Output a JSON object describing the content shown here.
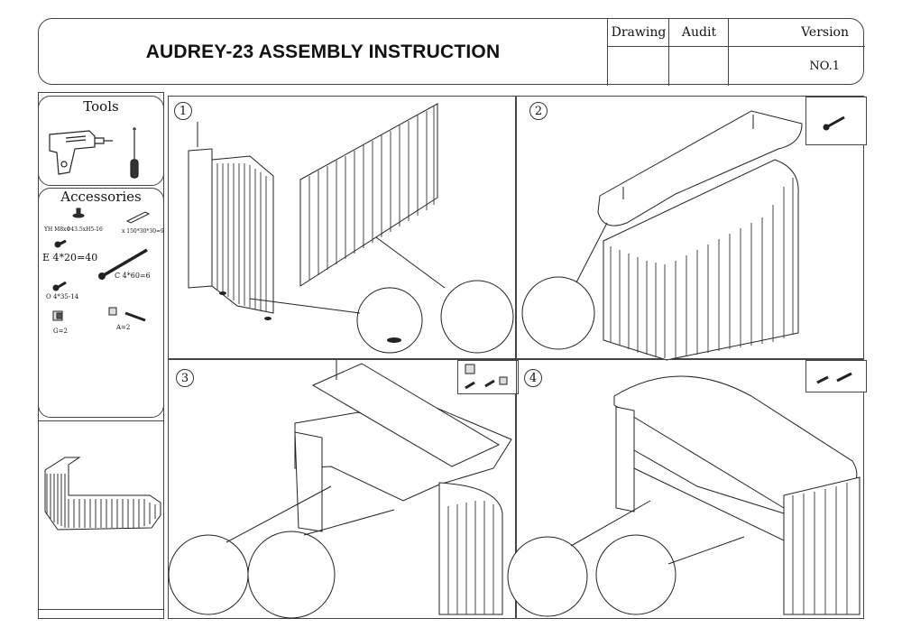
{
  "header": {
    "title": "AUDREY-23 ASSEMBLY INSTRUCTION",
    "drawing_label": "Drawing",
    "audit_label": "Audit",
    "version_label": "Version",
    "version_value": "NO.1"
  },
  "tools": {
    "title": "Tools"
  },
  "accessories": {
    "title": "Accessories",
    "items": [
      {
        "id": "foot",
        "label": "YH M8xΦ43.5xH5-16"
      },
      {
        "id": "bracket",
        "label": "x 150*30*30=9"
      },
      {
        "id": "screw_e",
        "label": "E 4*20=40"
      },
      {
        "id": "screw_c",
        "label": "C 4*60=6"
      },
      {
        "id": "screw_o",
        "label": "O 4*35-14"
      },
      {
        "id": "cam_g",
        "label": "G=2"
      },
      {
        "id": "bolt_a",
        "label": "A=2"
      }
    ]
  },
  "steps": [
    {
      "number": "1"
    },
    {
      "number": "2"
    },
    {
      "number": "3"
    },
    {
      "number": "4"
    }
  ]
}
